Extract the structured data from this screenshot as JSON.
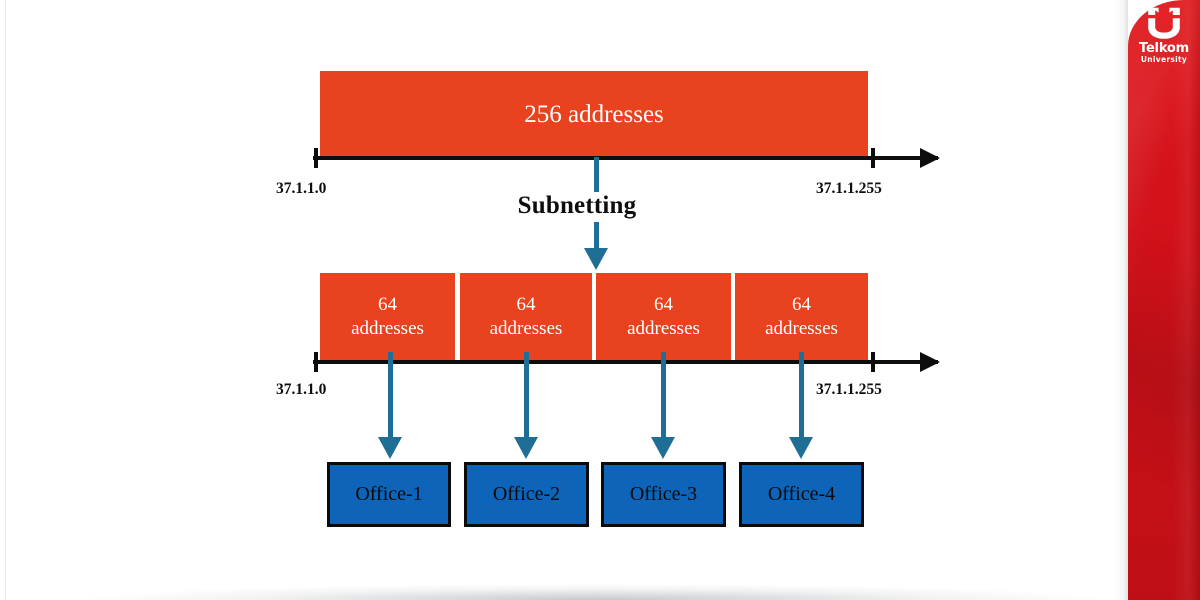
{
  "slide": {
    "title": "Subnetting",
    "background_color": "#ffffff",
    "accent_red": "#e8421f",
    "banner_red": "#cf1119",
    "office_blue": "#0d64b8",
    "connector_blue": "#1f6e96"
  },
  "brand": {
    "name": "Telkom",
    "sub": "University",
    "mark": "telkom-u-mark"
  },
  "diagram": {
    "type": "network-subnetting",
    "top_block": {
      "label": "256 addresses",
      "range_start": "37.1.1.0",
      "range_end": "37.1.1.255"
    },
    "transform_label": "Subnetting",
    "subnets": [
      {
        "count": "64",
        "unit": "addresses",
        "office": "Office-1"
      },
      {
        "count": "64",
        "unit": "addresses",
        "office": "Office-2"
      },
      {
        "count": "64",
        "unit": "addresses",
        "office": "Office-3"
      },
      {
        "count": "64",
        "unit": "addresses",
        "office": "Office-4"
      }
    ],
    "bottom_axis": {
      "range_start": "37.1.1.0",
      "range_end": "37.1.1.255"
    }
  }
}
